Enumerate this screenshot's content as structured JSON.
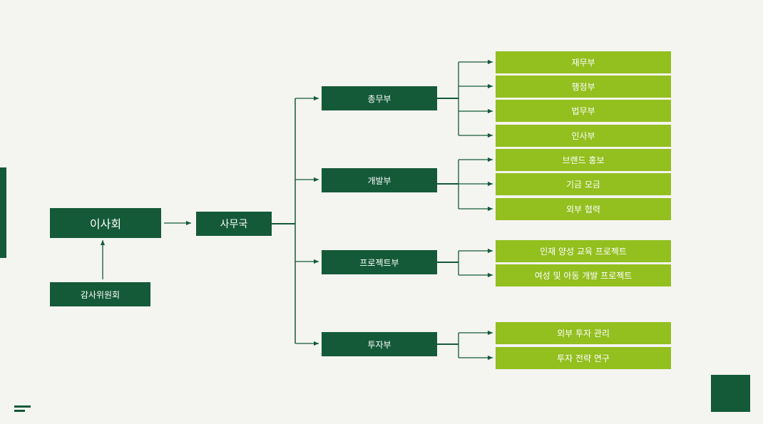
{
  "colors": {
    "dark_green": "#145a38",
    "lime_green": "#93bf1f",
    "background": "#f4f4f0"
  },
  "org": {
    "board": "이사회",
    "audit": "감사위원회",
    "secretariat": "사무국",
    "divisions": [
      {
        "name": "총무부",
        "departments": [
          "재무부",
          "행정부",
          "법무부",
          "인사부"
        ]
      },
      {
        "name": "개발부",
        "departments": [
          "브랜드 홍보",
          "기금 모금",
          "외부 협력"
        ]
      },
      {
        "name": "프로젝트부",
        "departments": [
          "인재 양성 교육 프로젝트",
          "여성 및 아동 개발 프로젝트"
        ]
      },
      {
        "name": "투자부",
        "departments": [
          "외부 투자 관리",
          "투자 전략 연구"
        ]
      }
    ]
  }
}
